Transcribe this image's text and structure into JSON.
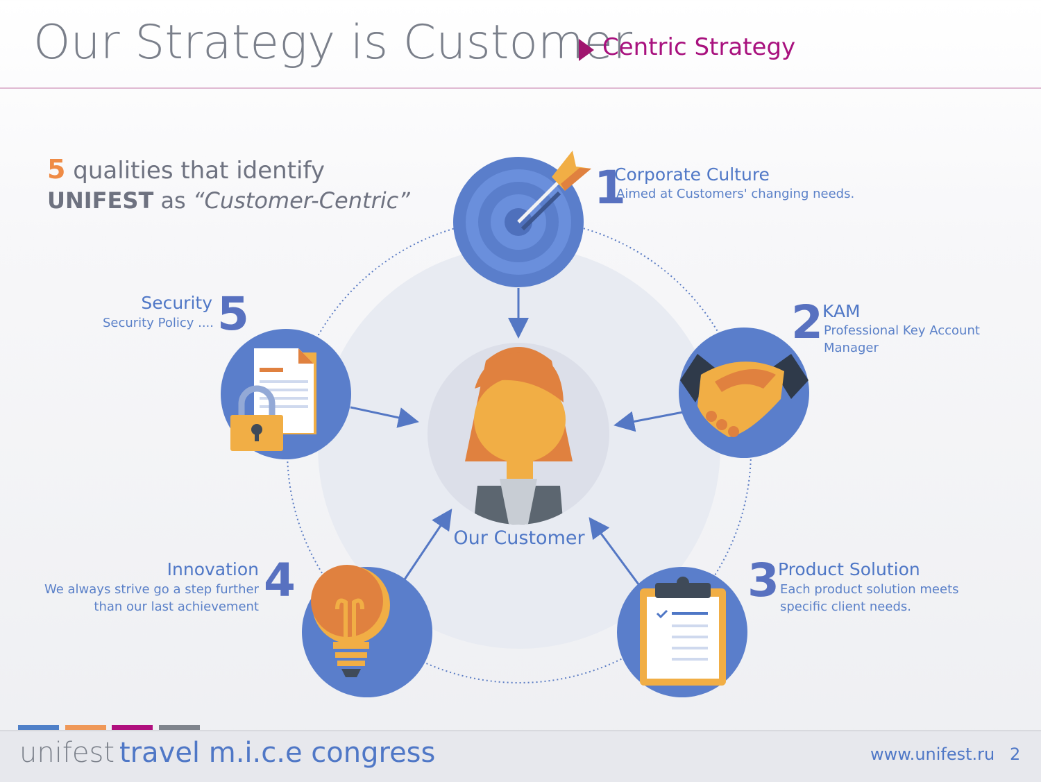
{
  "header": {
    "title": "Our Strategy is Customer",
    "subtitle": "Centric Strategy"
  },
  "intro": {
    "number": "5",
    "line1": "qualities that identify",
    "brand": "UNIFEST",
    "as": "as",
    "quote": "“Customer-Centric”"
  },
  "center": {
    "label": "Our Customer"
  },
  "qualities": [
    {
      "number": "1",
      "title": "Corporate Culture",
      "description": "Aimed at Customers' changing needs."
    },
    {
      "number": "2",
      "title": "KAM",
      "description": "Professional Key Account Manager"
    },
    {
      "number": "3",
      "title": "Product Solution",
      "description": "Each product solution meets specific client needs."
    },
    {
      "number": "4",
      "title": "Innovation",
      "description": "We always strive go a step further than our last achievement"
    },
    {
      "number": "5",
      "title": "Security",
      "description": "Security Policy ...."
    }
  ],
  "footer": {
    "logo": "unifest",
    "tagline": "travel m.i.c.e congress",
    "url": "www.unifest.ru",
    "page": "2",
    "color_bars": [
      "#4f80c8",
      "#ef9858",
      "#b0107e",
      "#7f848c"
    ]
  },
  "colors": {
    "accent_blue": "#5b82cc",
    "accent_magenta": "#a8117e",
    "accent_orange": "#ef8b45"
  }
}
